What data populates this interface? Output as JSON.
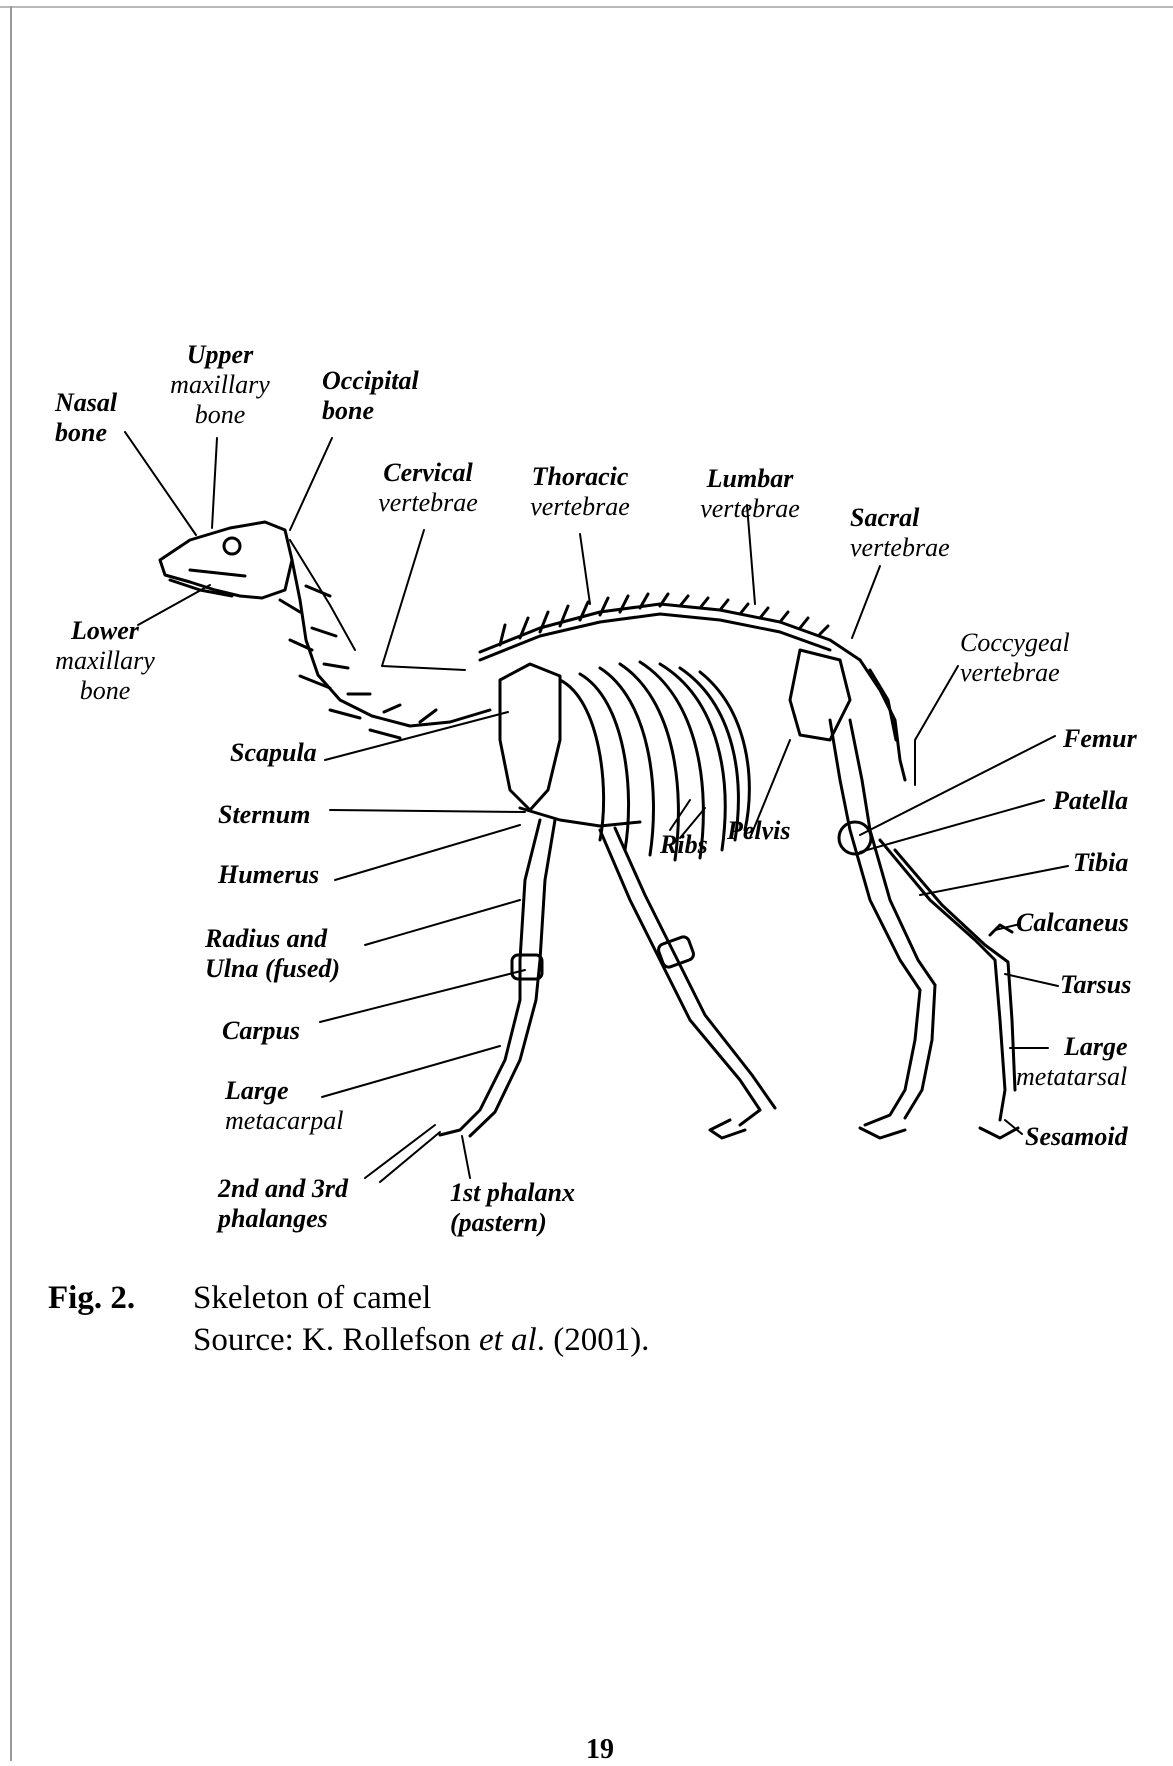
{
  "figure": {
    "labels": {
      "upper_maxillary": [
        "Upper",
        "maxillary",
        "bone"
      ],
      "nasal": [
        "Nasal",
        "bone"
      ],
      "occipital": [
        "Occipital",
        "bone"
      ],
      "cervical": [
        "Cervical",
        "vertebrae"
      ],
      "thoracic": [
        "Thoracic",
        "vertebrae"
      ],
      "lumbar": [
        "Lumbar",
        "vertebrae"
      ],
      "sacral": [
        "Sacral",
        "vertebrae"
      ],
      "lower_maxillary": [
        "Lower",
        "maxillary",
        "bone"
      ],
      "coccygeal": [
        "Coccygeal",
        "vertebrae"
      ],
      "femur": "Femur",
      "scapula": "Scapula",
      "patella": "Patella",
      "sternum": "Sternum",
      "ribs": "Ribs",
      "pelvis": "Pelvis",
      "tibia": "Tibia",
      "humerus": "Humerus",
      "calcaneus": "Calcaneus",
      "radius_ulna": [
        "Radius and",
        "Ulna (fused)"
      ],
      "tarsus": "Tarsus",
      "carpus": "Carpus",
      "large_metatarsal": [
        "Large",
        "metatarsal"
      ],
      "large_metacarpal": [
        "Large",
        "metacarpal"
      ],
      "sesamoid": "Sesamoid",
      "phalanges_2_3": [
        "2nd and 3rd",
        "phalanges"
      ],
      "phalanx_1": [
        "1st phalanx",
        "(pastern)"
      ]
    }
  },
  "caption": {
    "fig_number": "Fig. 2.",
    "title": "Skeleton of camel",
    "source_prefix": "Source: K. Rollefson ",
    "source_etal": "et al",
    "source_suffix": ". (2001)."
  },
  "page_number": "19"
}
